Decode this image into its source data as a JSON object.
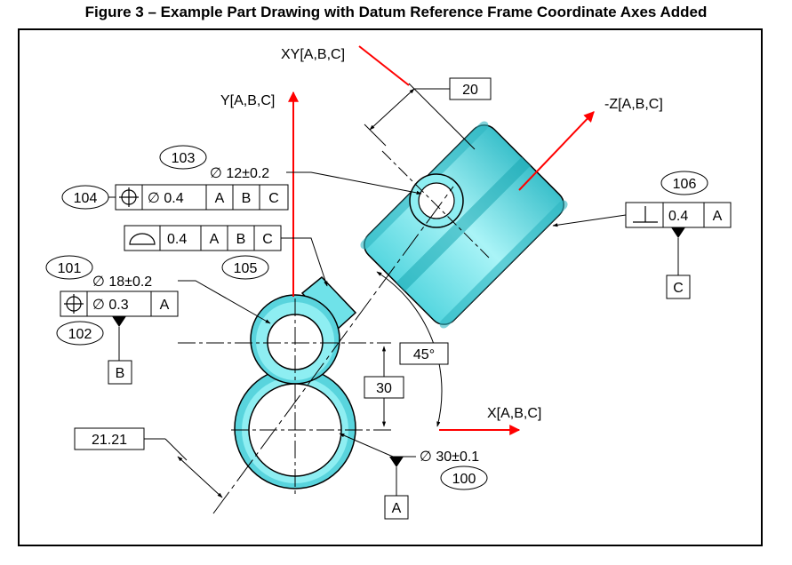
{
  "title": "Figure 3 – Example Part Drawing with Datum Reference Frame Coordinate Axes Added",
  "colors": {
    "part": "#7de8ee",
    "part_dark": "#1a9aa6",
    "axis": "#ff0000",
    "line": "#000000"
  },
  "axes": {
    "y": "Y[A,B,C]",
    "x": "X[A,B,C]",
    "xy": "XY[A,B,C]",
    "neg_z": "-Z[A,B,C]"
  },
  "dimensions": {
    "d20": "20",
    "d30": "30",
    "d45": "45°",
    "d2121": "21.21"
  },
  "holes": {
    "h12": "∅ 12±0.2",
    "h18": "∅ 18±0.2",
    "h30": "∅ 30±0.1"
  },
  "balloons": {
    "b100": "100",
    "b101": "101",
    "b102": "102",
    "b103": "103",
    "b104": "104",
    "b105": "105",
    "b106": "106"
  },
  "fcf104": {
    "tol": "∅ 0.4",
    "d1": "A",
    "d2": "B",
    "d3": "C"
  },
  "fcf105": {
    "tol": "0.4",
    "d1": "A",
    "d2": "B",
    "d3": "C"
  },
  "fcf102": {
    "tol": "∅ 0.3",
    "d1": "A"
  },
  "fcf106": {
    "tol": "0.4",
    "d1": "A"
  },
  "datums": {
    "a": "A",
    "b": "B",
    "c": "C"
  }
}
